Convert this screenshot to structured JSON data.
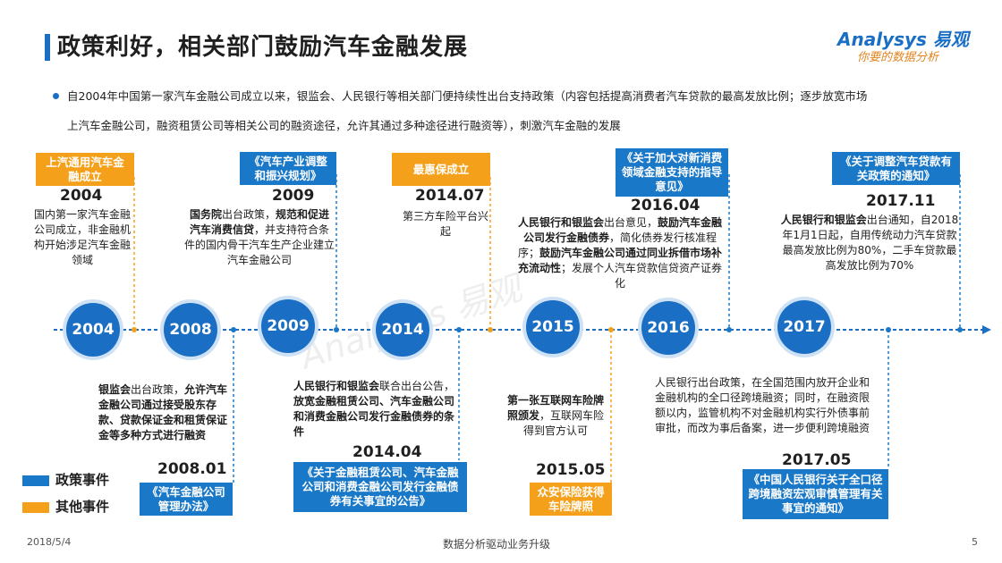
{
  "title": "政策利好，相关部门鼓励汽车金融发展",
  "logo": {
    "name": "Analysys 易观",
    "tagline": "你要的数据分析"
  },
  "intro": {
    "line1": "自2004年中国第一家汽车金融公司成立以来，银监会、人民银行等相关部门便持续性出台支持政策（内容包括提高消费者汽车贷款的最高发放比例；逐步放宽市场",
    "line2": "上汽车金融公司，融资租赁公司等相关公司的融资途径，允许其通过多种途径进行融资等），刺激汽车金融的发展"
  },
  "timeline": {
    "circles": [
      "2004",
      "2008",
      "2009",
      "2014",
      "2015",
      "2016",
      "2017"
    ],
    "top_events": [
      {
        "box": "上汽通用汽车金融成立",
        "type": "other",
        "date": "2004",
        "desc": "国内第一家汽车金融公司成立，非金融机构开始涉足汽车金融领域"
      },
      {
        "box": "《汽车产业调整和振兴规划》",
        "type": "policy",
        "date": "2009",
        "desc_bold1": "国务院",
        "desc_normal1": "出台政策，",
        "desc_bold2": "规范和促进汽车消费信贷",
        "desc_normal2": "，并支持符合条件的国内骨干汽车生产企业建立汽车金融公司"
      },
      {
        "box": "最惠保成立",
        "type": "other",
        "date": "2014.07",
        "desc": "第三方车险平台兴起"
      },
      {
        "box": "《关于加大对新消费领域金融支持的指导意见》",
        "type": "policy",
        "date": "2016.04",
        "desc_bold1": "人民银行和银监会",
        "desc_normal1": "出台意见，",
        "desc_bold2": "鼓励汽车金融公司发行金融债券",
        "desc_normal2": "，简化债券发行核准程序；",
        "desc_bold3": "鼓励汽车金融公司通过同业拆借市场补充流动性",
        "desc_normal3": "；发展个人汽车贷款信贷资产证券化"
      },
      {
        "box": "《关于调整汽车贷款有关政策的通知》",
        "type": "policy",
        "date": "2017.11",
        "desc_bold1": "人民银行和银监会",
        "desc_normal1": "出台通知，自2018年1月1日起，自用传统动力汽车贷款最高发放比例为80%，二手车贷款最高发放比例为70%"
      }
    ],
    "bottom_events": [
      {
        "box": "《汽车金融公司管理办法》",
        "type": "policy",
        "date": "2008.01",
        "desc_bold1": "银监会",
        "desc_normal1": "出台政策，",
        "desc_bold2": "允许汽车金融公司通过接受股东存款、贷款保证金和租赁保证金等多种方式进行融资"
      },
      {
        "box": "《关于金融租赁公司、汽车金融公司和消费金融公司发行金融债券有关事宜的公告》",
        "type": "policy",
        "date": "2014.04",
        "desc_bold1": "人民银行和银监会",
        "desc_normal1": "联合出台公告，",
        "desc_bold2": "放宽金融租赁公司、汽车金融公司和消费金融公司发行金融债券的条件"
      },
      {
        "box": "众安保险获得车险牌照",
        "type": "other",
        "date": "2015.05",
        "desc_bold1": "第一张互联网车险牌照颁发",
        "desc_normal1": "，互联网车险得到官方认可"
      },
      {
        "box": "《中国人民银行关于全口径跨境融资宏观审慎管理有关事宜的通知》",
        "type": "policy",
        "date": "2017.05",
        "desc": "人民银行出台政策，在全国范围内放开企业和金融机构的全口径跨境融资；同时，在融资限额以内，监管机构不对金融机构实行外债事前审批，而改为事后备案，进一步便利跨境融资"
      }
    ]
  },
  "legend": {
    "policy": "政策事件",
    "other": "其他事件"
  },
  "colors": {
    "policy": "#1a78c8",
    "other": "#f5a01a",
    "title_bar": "#1a6fc4"
  },
  "footer": {
    "date": "2018/5/4",
    "center": "数据分析驱动业务升级",
    "page": "5"
  }
}
